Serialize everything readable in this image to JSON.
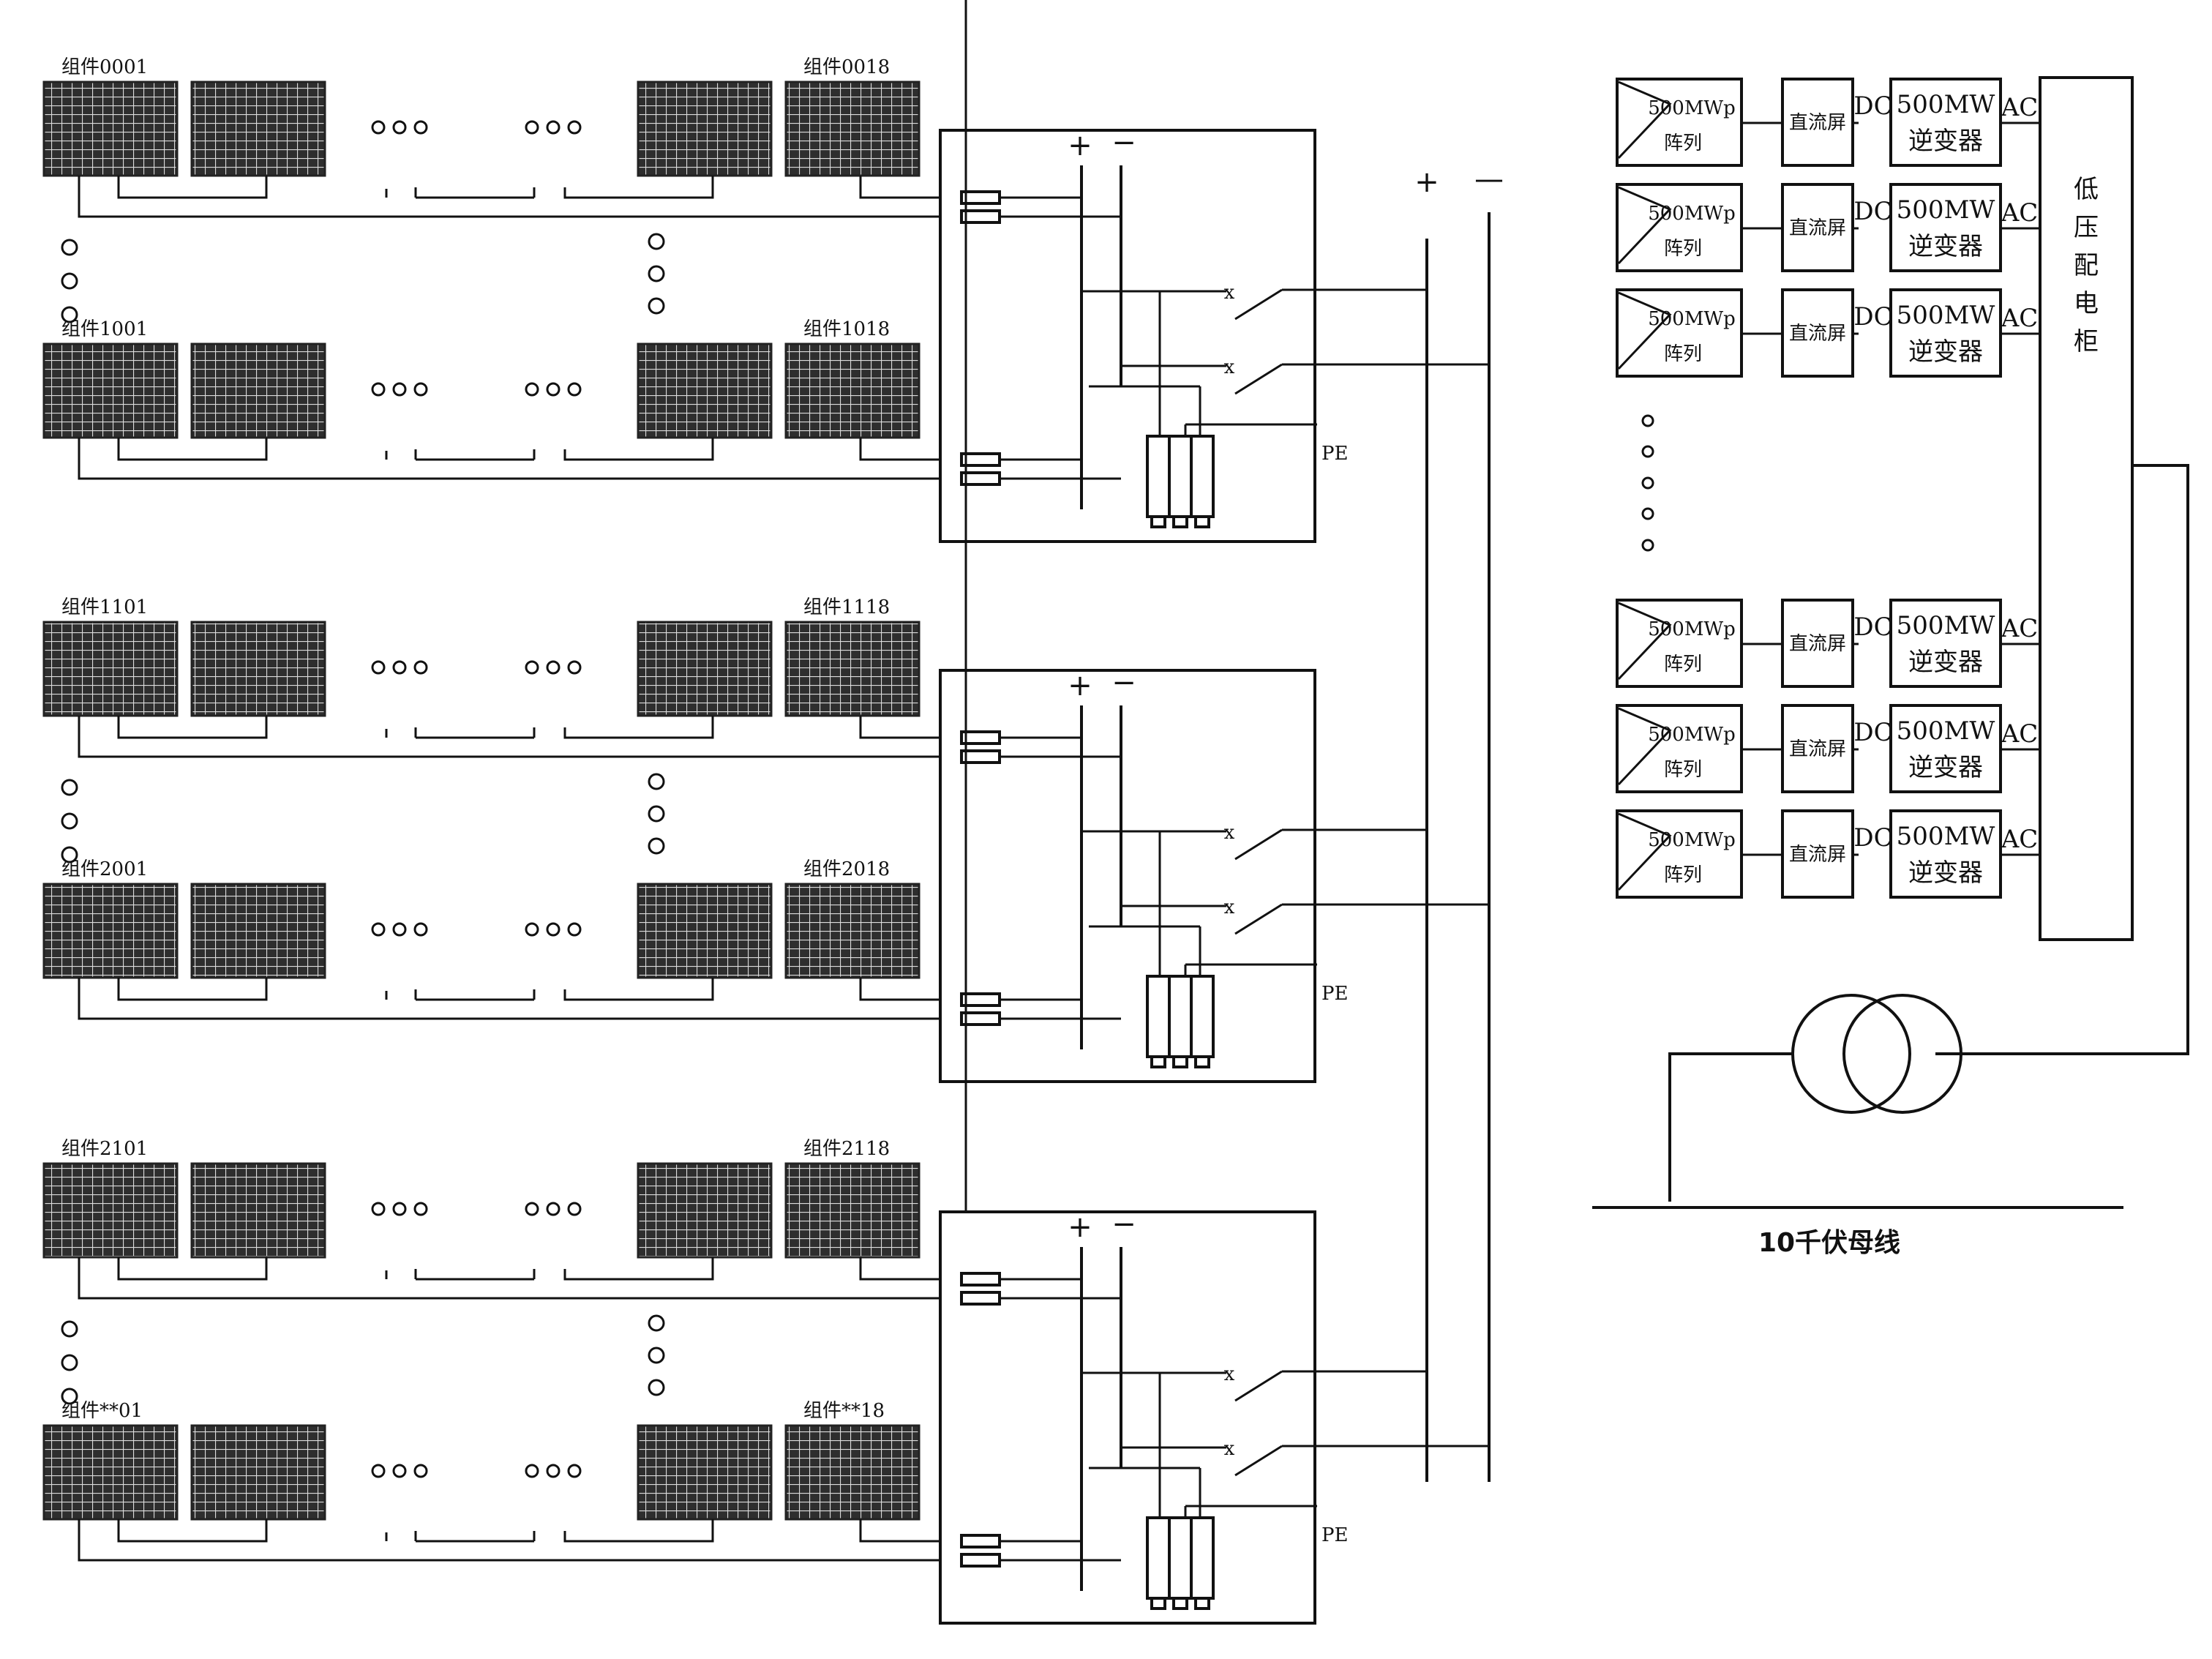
{
  "groups": [
    {
      "rows": [
        {
          "start_label": "组件0001",
          "end_label": "组件0018"
        },
        {
          "start_label": "组件1001",
          "end_label": "组件1018"
        }
      ]
    },
    {
      "rows": [
        {
          "start_label": "组件1101",
          "end_label": "组件1118"
        },
        {
          "start_label": "组件2001",
          "end_label": "组件2018"
        }
      ]
    },
    {
      "rows": [
        {
          "start_label": "组件2101",
          "end_label": "组件2118"
        },
        {
          "start_label": "组件**01",
          "end_label": "组件**18"
        }
      ]
    }
  ],
  "combiner": {
    "plus": "+",
    "minus": "−",
    "pe_label": "PE",
    "switch_mark": "x"
  },
  "dc_bus": {
    "plus": "+",
    "minus": "—"
  },
  "inverter_units": {
    "array_line1": "500MWp",
    "array_line2": "阵列",
    "dc_screen": "直流屏",
    "dc": "DC",
    "inverter_line1": "500MW",
    "inverter_line2": "逆变器",
    "ac": "AC",
    "count_top": 3,
    "count_bottom": 3
  },
  "lv_cabinet": [
    "低",
    "压",
    "配",
    "电",
    "柜"
  ],
  "bus_label": "10千伏母线"
}
